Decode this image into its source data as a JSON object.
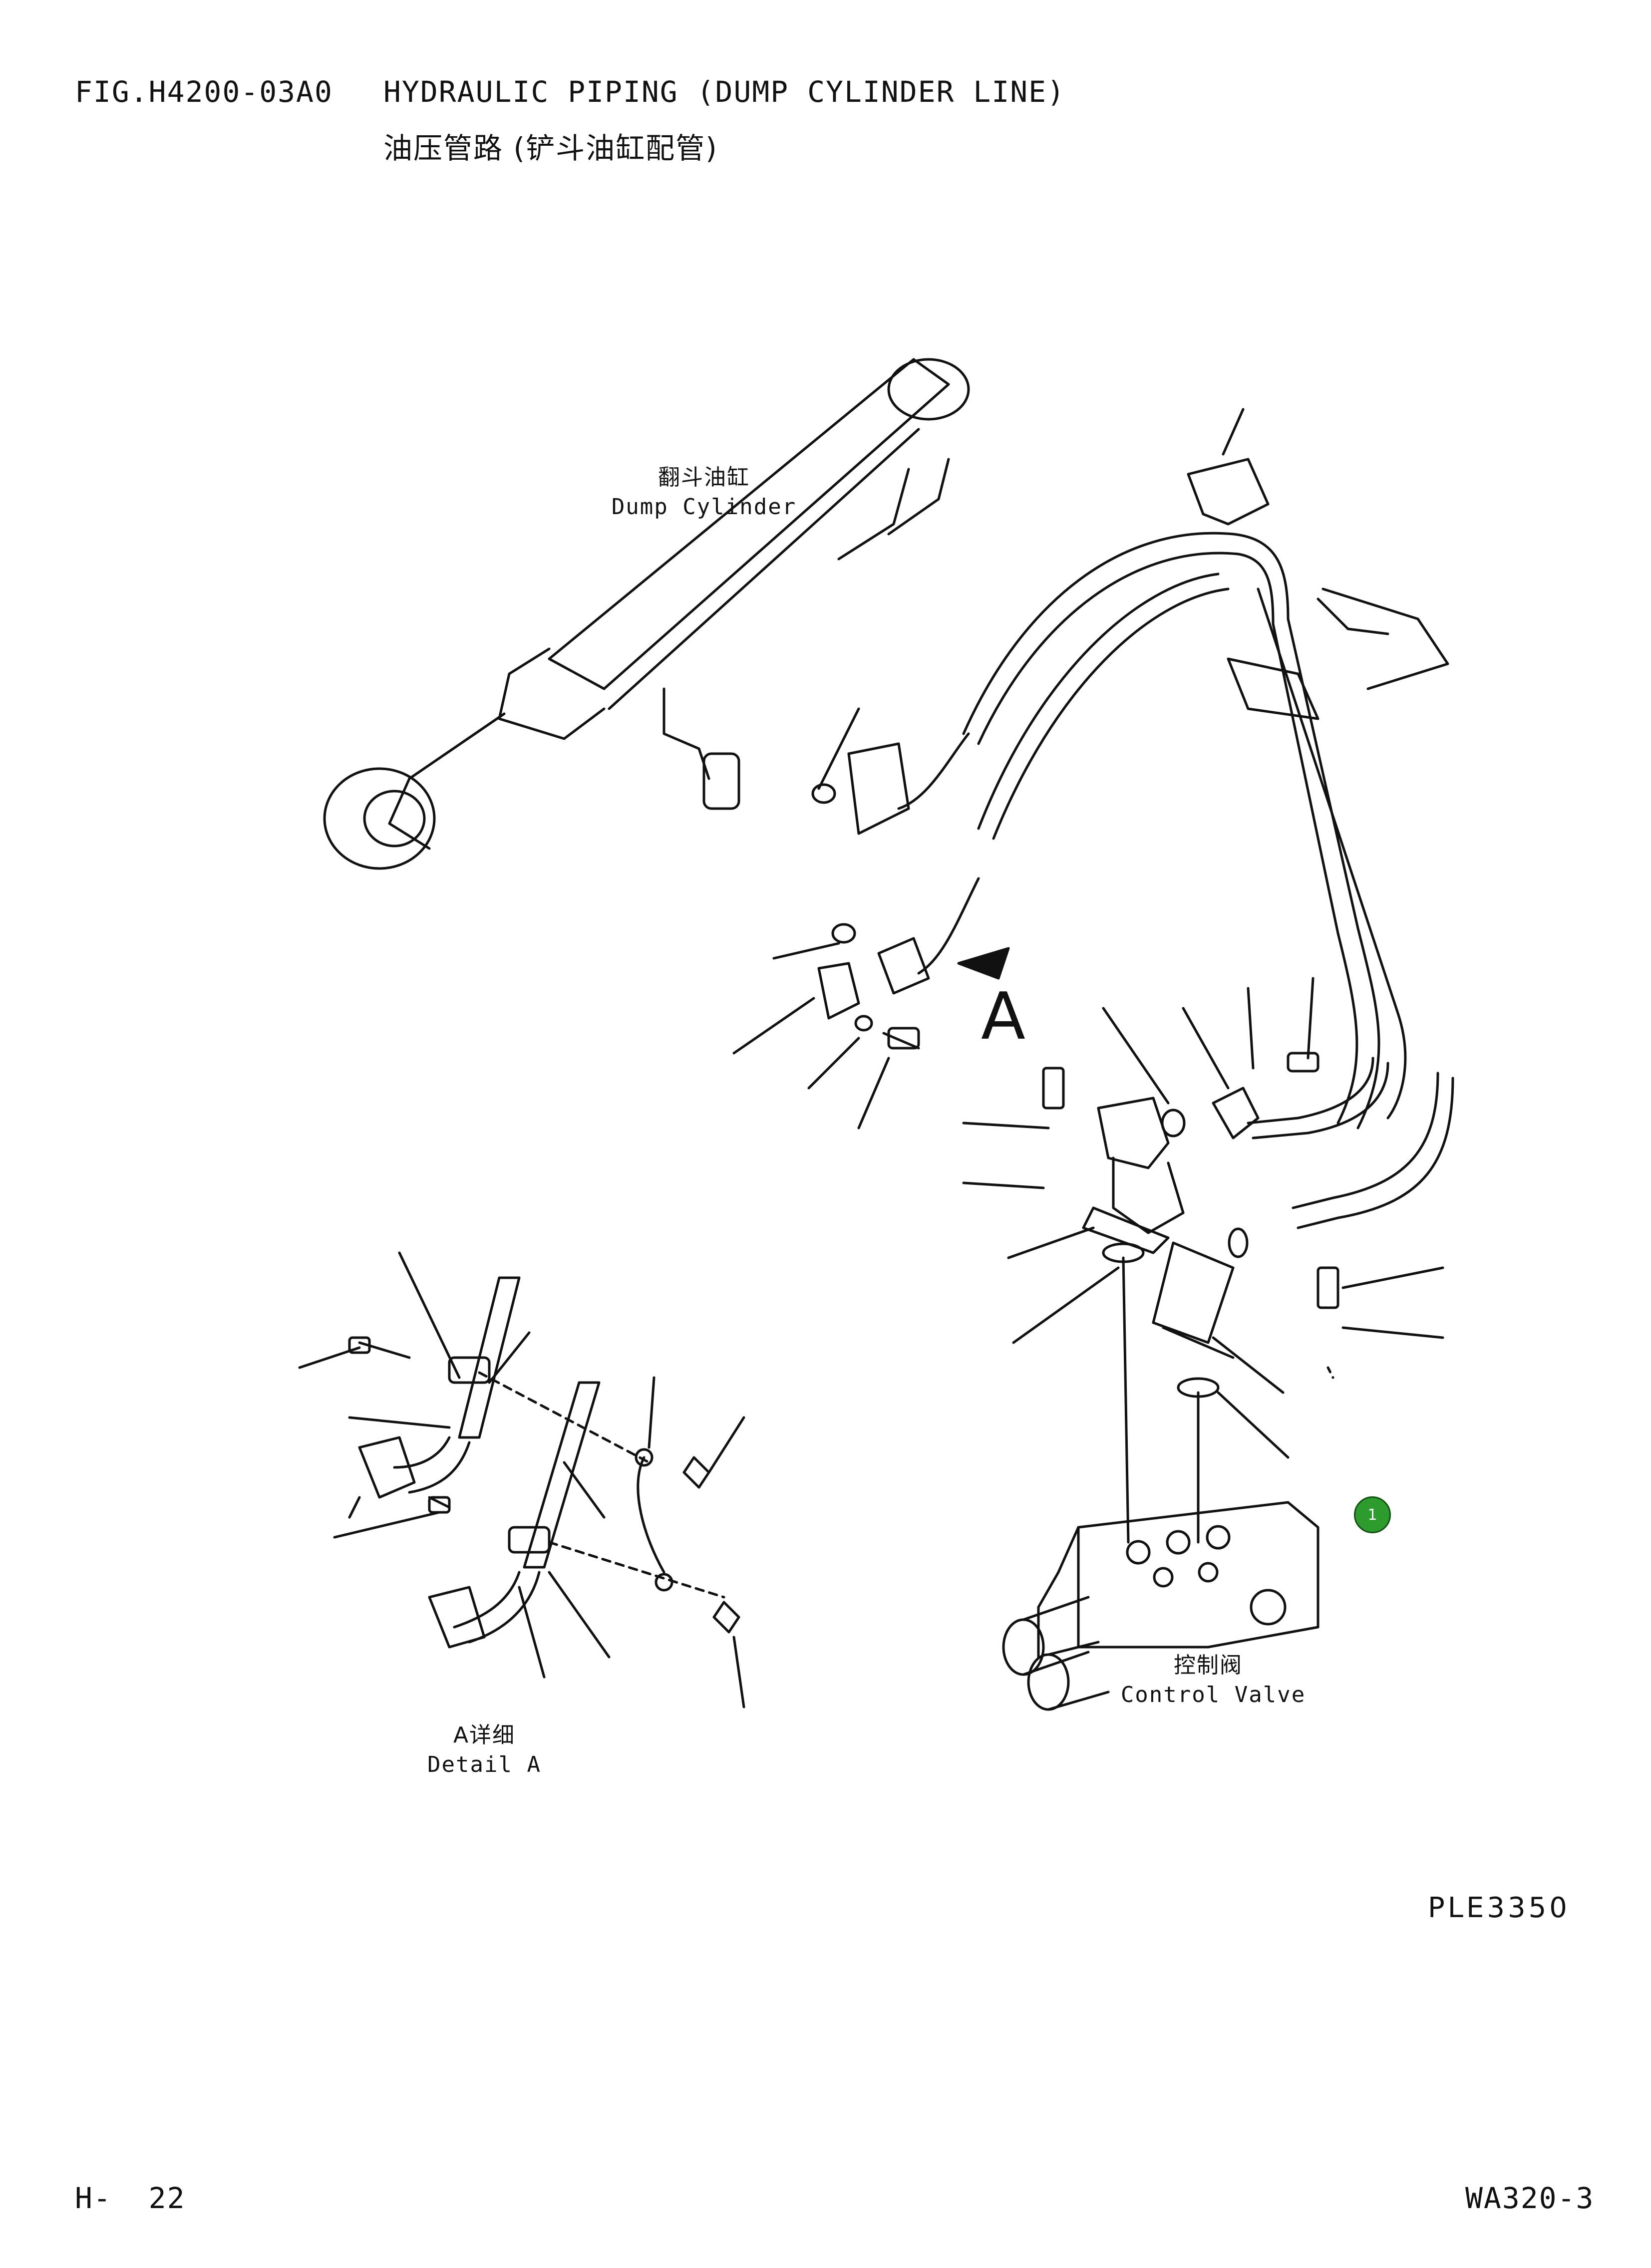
{
  "header": {
    "fig_code": "FIG.H4200-03A0",
    "title_en": "HYDRAULIC PIPING (DUMP CYLINDER LINE)",
    "title_cn": "油压管路 (铲斗油缸配管)"
  },
  "labels": {
    "dump_cylinder_cn": "翻斗油缸",
    "dump_cylinder_en": "Dump Cylinder",
    "view_marker": "A",
    "detail_a_cn": "A详细",
    "detail_a_en": "Detail A",
    "control_valve_cn": "控制阀",
    "control_valve_en": "Control Valve"
  },
  "callout": {
    "number": "1",
    "color": "#2e9b2e"
  },
  "footer": {
    "plate_code": "PLE3350",
    "page": "H-  22",
    "model": "WA320-3"
  }
}
